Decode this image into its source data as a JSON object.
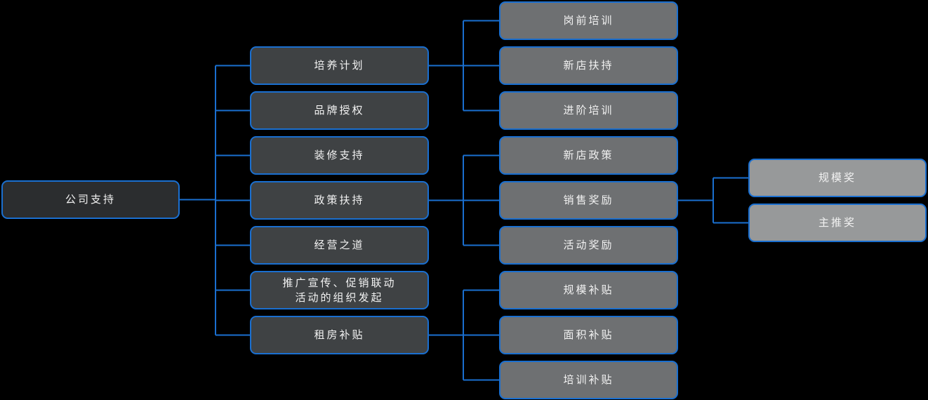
{
  "colors": {
    "background": "#000000",
    "connector": "#1a6fd0",
    "node_border": "#1a6fd0",
    "root_fill": "#2b2d2f",
    "level2_fill": "#3f4244",
    "level3_fill": "#6e7072",
    "level4_fill": "#97999a",
    "text": "#f2f2f2"
  },
  "tree": {
    "root": {
      "label": "公司支持"
    },
    "branches": [
      {
        "label": "培养计划",
        "children": [
          {
            "label": "岗前培训"
          },
          {
            "label": "新店扶持"
          },
          {
            "label": "进阶培训"
          }
        ]
      },
      {
        "label": "品牌授权"
      },
      {
        "label": "装修支持"
      },
      {
        "label": "政策扶持",
        "children": [
          {
            "label": "新店政策"
          },
          {
            "label": "销售奖励",
            "children": [
              {
                "label": "规模奖"
              },
              {
                "label": "主推奖"
              }
            ]
          },
          {
            "label": "活动奖励"
          }
        ]
      },
      {
        "label": "经营之道"
      },
      {
        "label": "推广宣传、促销联动\n活动的组织发起"
      },
      {
        "label": "租房补贴",
        "children": [
          {
            "label": "规模补贴"
          },
          {
            "label": "面积补贴"
          },
          {
            "label": "培训补贴"
          }
        ]
      }
    ]
  }
}
